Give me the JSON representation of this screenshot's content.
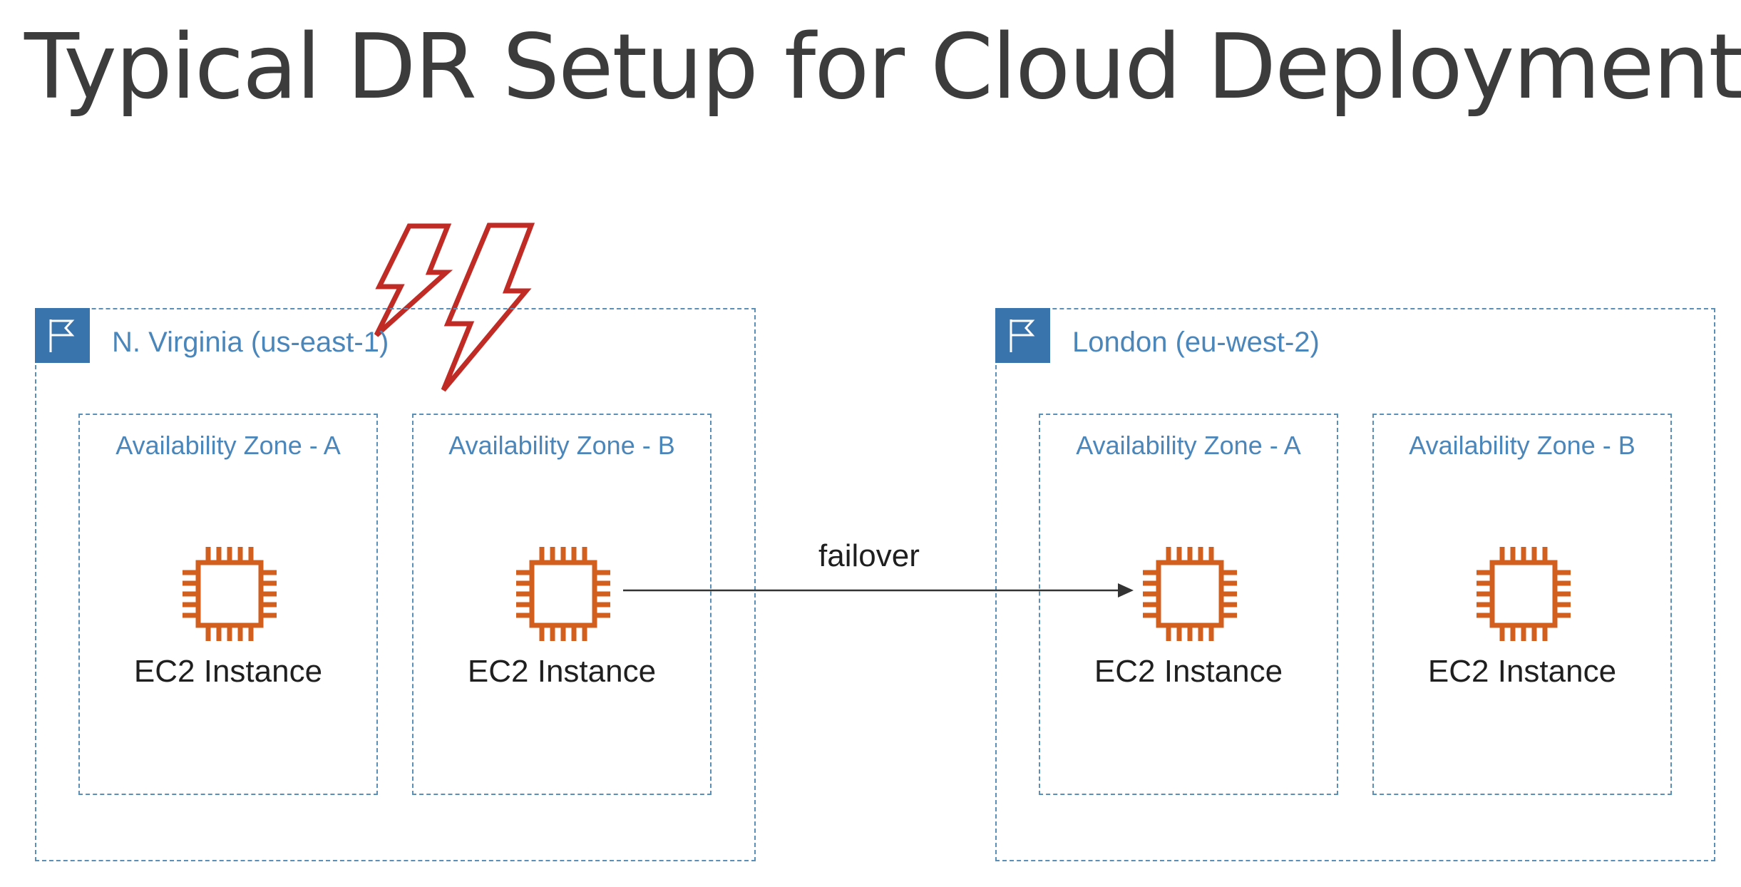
{
  "title": "Typical DR Setup for Cloud Deployments",
  "regions": [
    {
      "label": "N. Virginia (us-east-1)",
      "zones": [
        {
          "label": "Availability Zone - A",
          "instance_label": "EC2 Instance"
        },
        {
          "label": "Availability Zone - B",
          "instance_label": "EC2 Instance"
        }
      ]
    },
    {
      "label": "London (eu-west-2)",
      "zones": [
        {
          "label": "Availability Zone - A",
          "instance_label": "EC2 Instance"
        },
        {
          "label": "Availability Zone - B",
          "instance_label": "EC2 Instance"
        }
      ]
    }
  ],
  "connection": {
    "label": "failover"
  },
  "icons": {
    "region": "flag-icon",
    "instance": "ec2-chip-icon",
    "outage": "lightning-bolt-icon"
  },
  "colors": {
    "title": "#3c3c3c",
    "region_border": "#5a8fb8",
    "region_label": "#4b86bb",
    "region_flag": "#3a74ad",
    "chip": "#d35f1f",
    "bolt": "#c12b25",
    "arrow": "#333333"
  }
}
